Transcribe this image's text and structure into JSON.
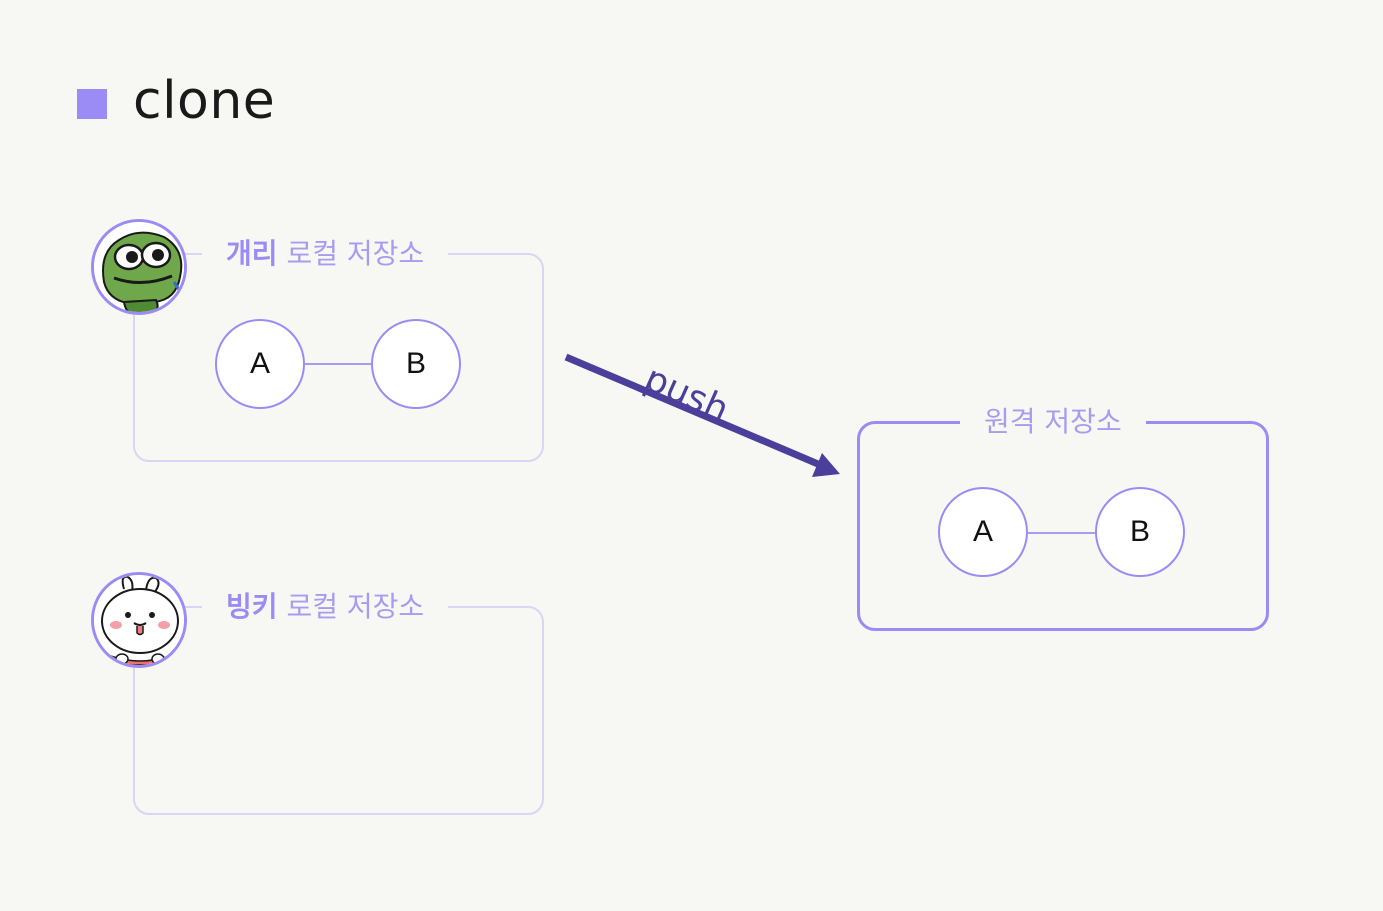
{
  "title": "clone",
  "local_repos": [
    {
      "owner": "개리",
      "suffix": "로컬 저장소",
      "avatar_icon": "frog-icon",
      "commits": [
        "A",
        "B"
      ]
    },
    {
      "owner": "빙키",
      "suffix": "로컬 저장소",
      "avatar_icon": "bunny-icon",
      "commits": []
    }
  ],
  "remote_repo": {
    "label": "원격 저장소",
    "commits": [
      "A",
      "B"
    ]
  },
  "push_label": "push",
  "colors": {
    "accent": "#9b8bf4",
    "arrow": "#4a3f9a",
    "background": "#f7f7f4"
  }
}
